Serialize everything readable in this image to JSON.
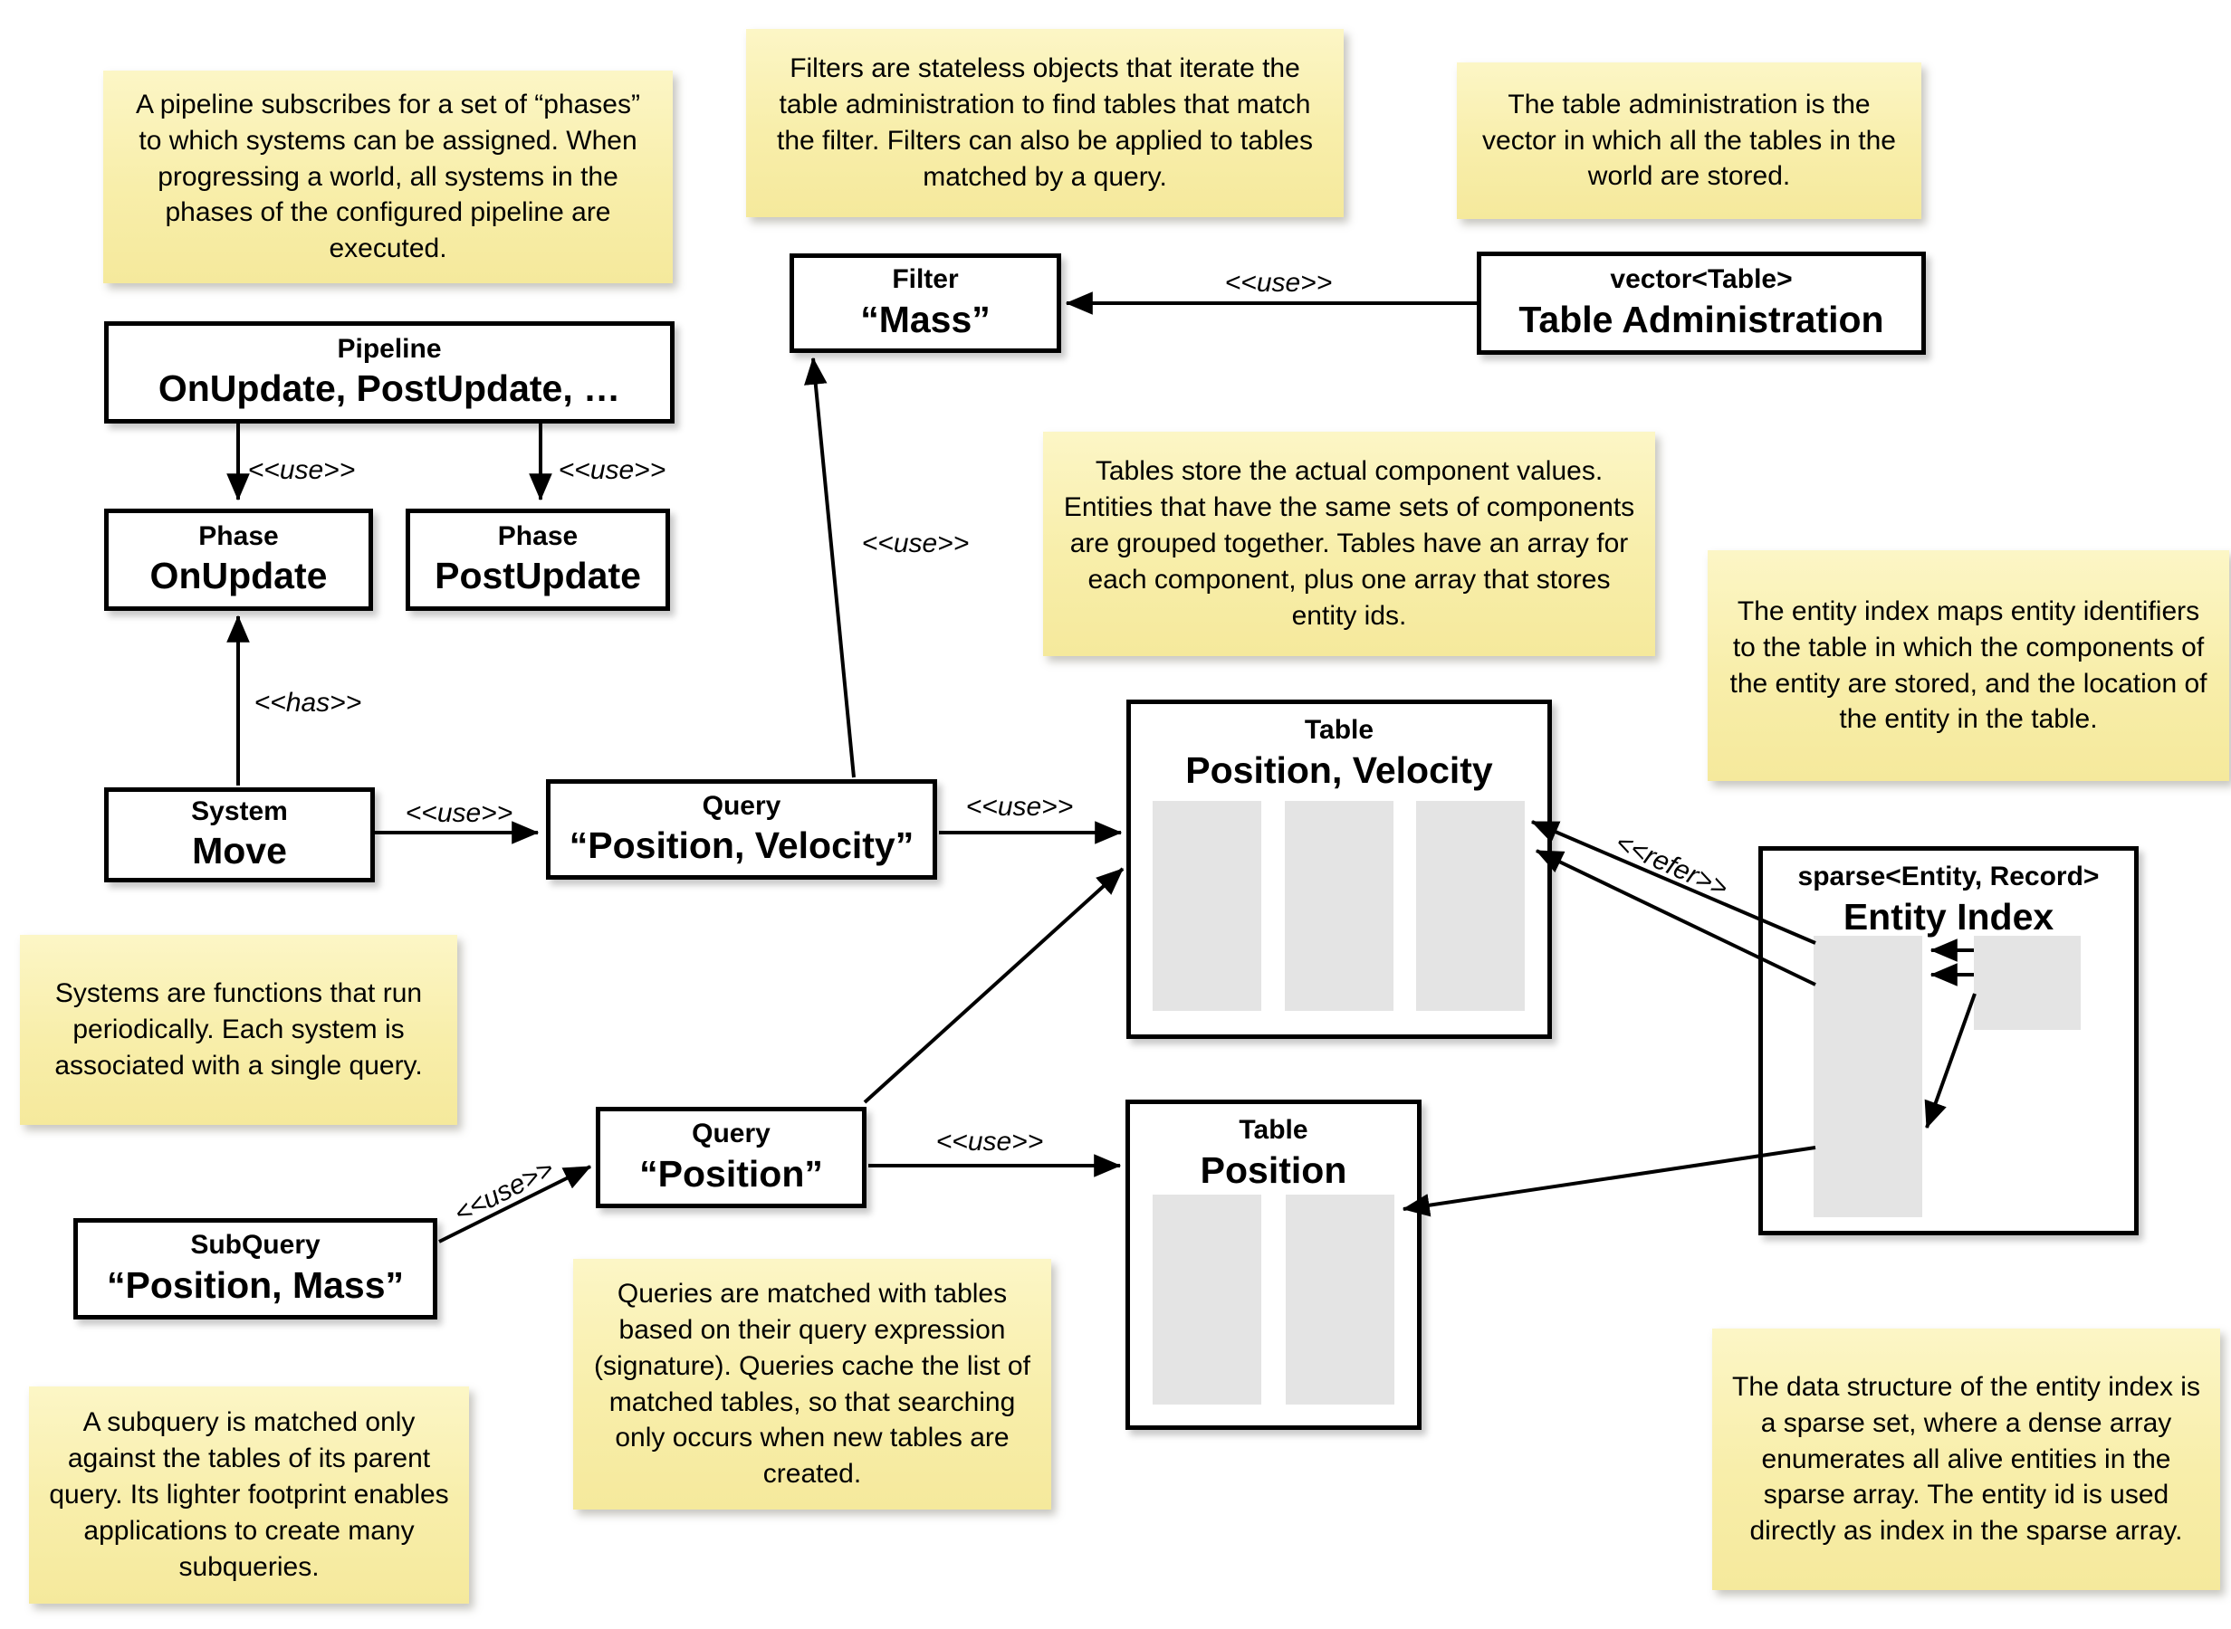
{
  "notes": {
    "pipeline": "A pipeline subscribes for a set of “phases” to which systems can be assigned. When progressing a world, all systems in the phases of the configured pipeline are executed.",
    "filters": "Filters are stateless objects that iterate the table administration to find tables that match the filter. Filters can also be applied to tables matched by a query.",
    "table_admin": "The table administration is the vector in which all the tables in the world are stored.",
    "tables": "Tables store the actual component values. Entities that have the same sets of components are grouped together. Tables have an array for each component, plus one array that stores entity ids.",
    "entity_index": "The entity index maps entity identifiers to the table in which the components of the entity are stored, and the location of the entity in the table.",
    "systems": "Systems are functions that run periodically. Each system is associated with a single query.",
    "queries": "Queries are matched with tables based on their query expression (signature). Queries cache the list of matched tables, so that searching only occurs when new tables are created.",
    "subquery": "A subquery is matched only against the tables of its parent query. Its lighter footprint enables applications to create many subqueries.",
    "sparse_set": "The data structure of the entity index is a sparse set, where a dense array enumerates all alive entities in the sparse array. The entity id is used directly as index in the sparse array."
  },
  "boxes": {
    "pipeline": {
      "type": "Pipeline",
      "name": "OnUpdate, PostUpdate, …"
    },
    "phase_on": {
      "type": "Phase",
      "name": "OnUpdate"
    },
    "phase_post": {
      "type": "Phase",
      "name": "PostUpdate"
    },
    "system": {
      "type": "System",
      "name": "Move"
    },
    "query_pv": {
      "type": "Query",
      "name": "“Position, Velocity”"
    },
    "query_p": {
      "type": "Query",
      "name": "“Position”"
    },
    "subquery": {
      "type": "SubQuery",
      "name": "“Position, Mass”"
    },
    "filter": {
      "type": "Filter",
      "name": "“Mass”"
    },
    "table_admin": {
      "type": "vector<Table>",
      "name": "Table Administration"
    },
    "table_pv": {
      "type": "Table",
      "name": "Position, Velocity"
    },
    "table_p": {
      "type": "Table",
      "name": "Position"
    },
    "entity_index": {
      "type": "sparse<Entity, Record>",
      "name": "Entity Index"
    }
  },
  "edge_labels": {
    "use_pipeline_onupdate": "<<use>>",
    "use_pipeline_postupdate": "<<use>>",
    "has_system_phase": "<<has>>",
    "use_system_query": "<<use>>",
    "use_query_filter": "<<use>>",
    "use_admin_filter": "<<use>>",
    "use_querypv_table": "<<use>>",
    "use_queryp_table": "<<use>>",
    "use_subquery_query": "<<use>>",
    "refer_index_tables": "<<refer>>"
  },
  "colors": {
    "note_background_top": "#FCF6C6",
    "note_background_bottom": "#F5E99C",
    "array_placeholder_fill": "#E4E4E4",
    "line_color": "#000000"
  }
}
